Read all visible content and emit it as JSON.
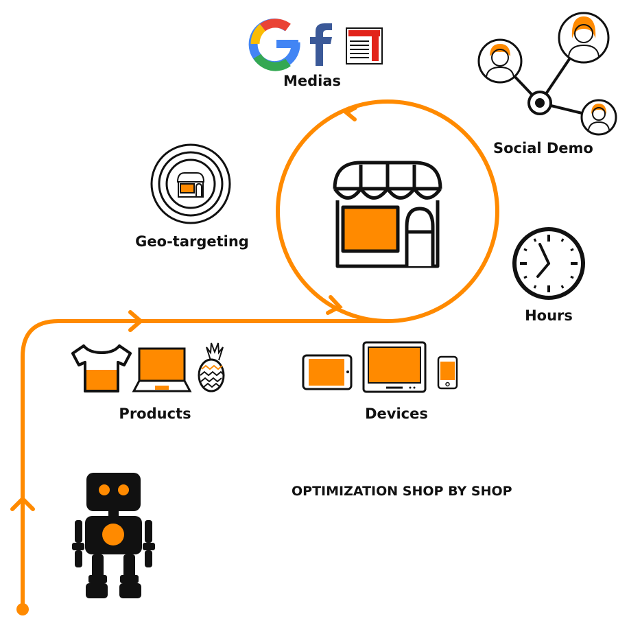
{
  "colors": {
    "accent": "#ff8a00",
    "ink": "#111111",
    "background": "#ffffff"
  },
  "labels": {
    "medias": "Medias",
    "social_demo": "Social Demo",
    "geo_targeting": "Geo-targeting",
    "hours": "Hours",
    "products": "Products",
    "devices": "Devices"
  },
  "headline": "OPTIMIZATION SHOP BY SHOP",
  "icons": {
    "medias": [
      "google-g-icon",
      "facebook-f-icon",
      "newspaper-icon"
    ],
    "social_demo": [
      "network-hub-icon",
      "person-icon"
    ],
    "geo_targeting": "target-rings-icon",
    "hours": "clock-icon",
    "products": [
      "t-shirt-icon",
      "laptop-icon",
      "pineapple-icon"
    ],
    "devices": [
      "tablet-icon",
      "monitor-icon",
      "smartphone-icon"
    ],
    "shop": "storefront-icon",
    "robot": "robot-icon"
  }
}
